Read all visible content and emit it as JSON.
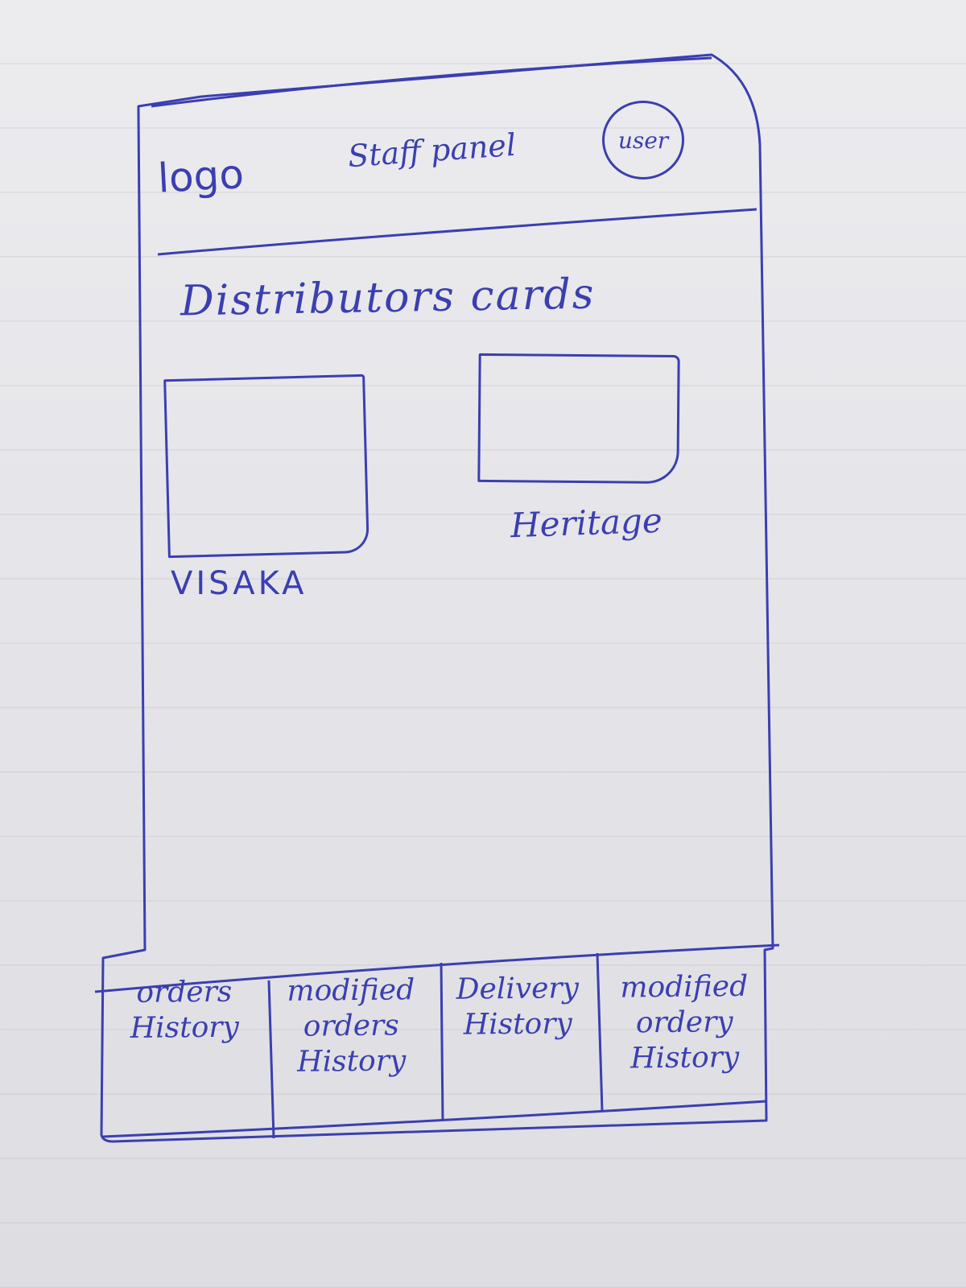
{
  "header": {
    "logo": "logo",
    "title": "Staff panel",
    "user": "user"
  },
  "main": {
    "section_title": "Distributors cards",
    "cards": [
      {
        "label": "VISAKA"
      },
      {
        "label": "Heritage"
      }
    ]
  },
  "bottom_nav": [
    {
      "line1": "orders",
      "line2": "History",
      "line3": ""
    },
    {
      "line1": "modified",
      "line2": "orders",
      "line3": "History"
    },
    {
      "line1": "Delivery",
      "line2": "History",
      "line3": ""
    },
    {
      "line1": "modified",
      "line2": "ordery",
      "line3": "History"
    }
  ],
  "colors": {
    "ink": "#3b3fb0",
    "paper": "#e9e9ec"
  }
}
